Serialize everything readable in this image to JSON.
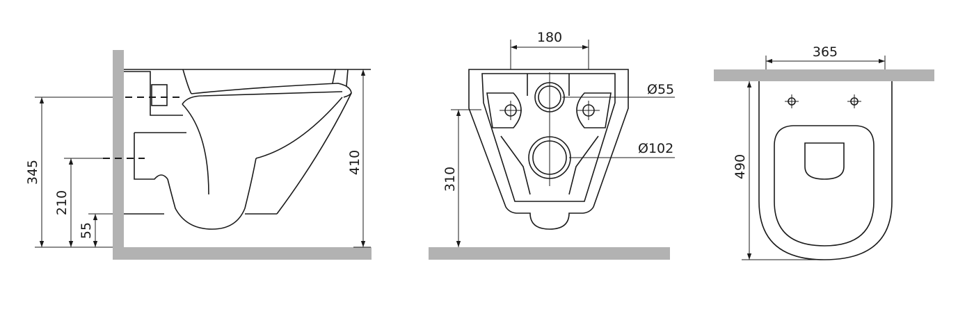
{
  "colors": {
    "line": "#1a1a1a",
    "wall": "#b2b2b2",
    "background": "#ffffff"
  },
  "side_view": {
    "height_total": "410",
    "height_upper_pipe": "345",
    "height_lower_pipe": "210",
    "height_bottom": "55"
  },
  "rear_view": {
    "bolt_spacing": "180",
    "small_pipe_diameter": "Ø55",
    "large_pipe_diameter": "Ø102",
    "outlet_height": "310"
  },
  "top_view": {
    "width": "365",
    "length": "490"
  }
}
